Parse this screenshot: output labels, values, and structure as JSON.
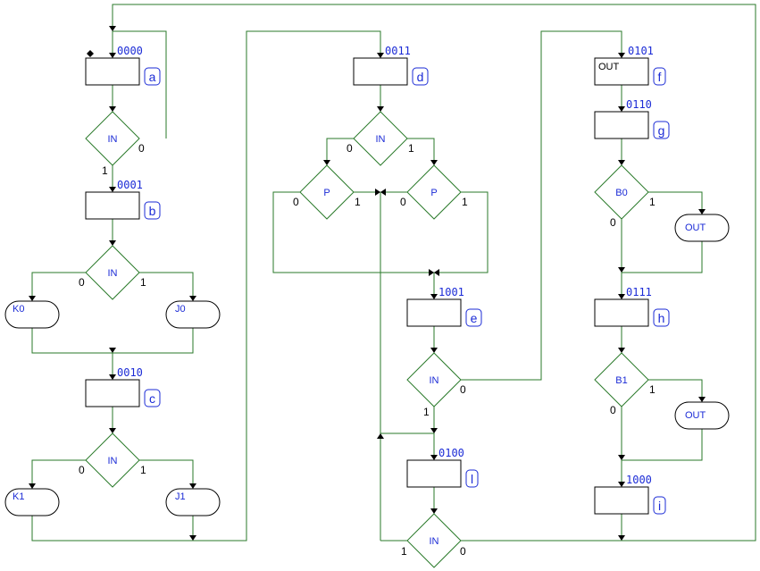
{
  "states": [
    {
      "id": "a",
      "code": "0000",
      "tag": "a",
      "output": ""
    },
    {
      "id": "b",
      "code": "0001",
      "tag": "b",
      "output": ""
    },
    {
      "id": "c",
      "code": "0010",
      "tag": "c",
      "output": ""
    },
    {
      "id": "d",
      "code": "0011",
      "tag": "d",
      "output": ""
    },
    {
      "id": "e",
      "code": "1001",
      "tag": "e",
      "output": ""
    },
    {
      "id": "l",
      "code": "0100",
      "tag": "l",
      "output": ""
    },
    {
      "id": "f",
      "code": "0101",
      "tag": "f",
      "output": "OUT"
    },
    {
      "id": "g",
      "code": "0110",
      "tag": "g",
      "output": ""
    },
    {
      "id": "h",
      "code": "0111",
      "tag": "h",
      "output": ""
    },
    {
      "id": "i",
      "code": "1000",
      "tag": "i",
      "output": ""
    }
  ],
  "decisions": [
    {
      "id": "a",
      "label": "IN",
      "left": "",
      "right": "0",
      "bottom": "1"
    },
    {
      "id": "b",
      "label": "IN",
      "left": "0",
      "right": "1",
      "bottom": ""
    },
    {
      "id": "c",
      "label": "IN",
      "left": "0",
      "right": "1",
      "bottom": ""
    },
    {
      "id": "d",
      "label": "IN",
      "left": "0",
      "right": "1",
      "bottom": ""
    },
    {
      "id": "p1",
      "label": "P",
      "left": "0",
      "right": "1",
      "bottom": ""
    },
    {
      "id": "p2",
      "label": "P",
      "left": "0",
      "right": "1",
      "bottom": ""
    },
    {
      "id": "e",
      "label": "IN",
      "left": "",
      "right": "0",
      "bottom": "1"
    },
    {
      "id": "l",
      "label": "IN",
      "left": "1",
      "right": "0",
      "bottom": ""
    },
    {
      "id": "b0",
      "label": "B0",
      "left": "0",
      "right": "1",
      "bottom": ""
    },
    {
      "id": "b1",
      "label": "B1",
      "left": "0",
      "right": "1",
      "bottom": ""
    }
  ],
  "outputs": [
    {
      "id": "k0",
      "label": "K0"
    },
    {
      "id": "j0",
      "label": "J0"
    },
    {
      "id": "k1",
      "label": "K1"
    },
    {
      "id": "j1",
      "label": "J1"
    },
    {
      "id": "out1",
      "label": "OUT"
    },
    {
      "id": "out2",
      "label": "OUT"
    }
  ]
}
